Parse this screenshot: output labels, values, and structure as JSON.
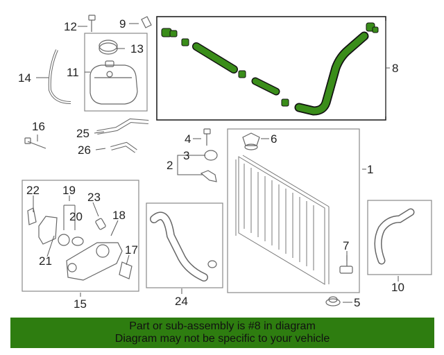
{
  "banner": {
    "line1": "Part or sub-assembly is #8 in diagram",
    "line2": "Diagram may not be specific to your vehicle"
  },
  "callouts": {
    "c1": "1",
    "c2": "2",
    "c3": "3",
    "c4": "4",
    "c5": "5",
    "c6": "6",
    "c7": "7",
    "c8": "8",
    "c9": "9",
    "c10": "10",
    "c11": "11",
    "c12": "12",
    "c13": "13",
    "c14": "14",
    "c15": "15",
    "c16": "16",
    "c17": "17",
    "c18": "18",
    "c19": "19",
    "c20": "20",
    "c21": "21",
    "c22": "22",
    "c23": "23",
    "c24": "24",
    "c25": "25",
    "c26": "26"
  },
  "colors": {
    "highlight": "#2e7d10",
    "line": "#777777",
    "box": "#888888"
  }
}
